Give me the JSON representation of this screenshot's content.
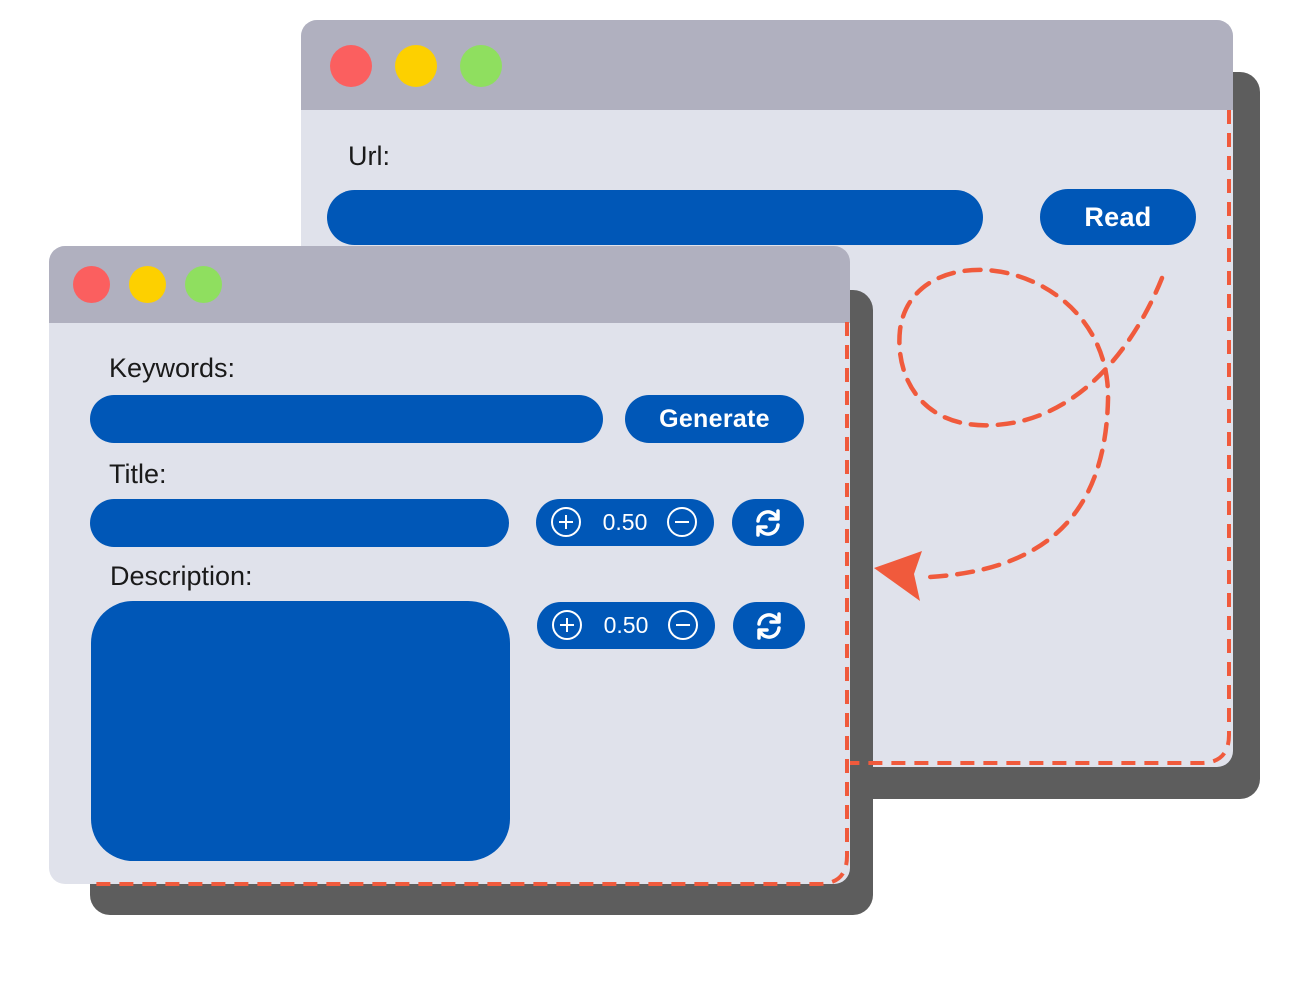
{
  "back_window": {
    "url_label": "Url:",
    "read_button": "Read"
  },
  "front_window": {
    "keywords_label": "Keywords:",
    "generate_button": "Generate",
    "title_label": "Title:",
    "title_temperature": "0.50",
    "description_label": "Description:",
    "description_temperature": "0.50"
  },
  "icons": {
    "window_controls": [
      "close-dot",
      "minimize-dot",
      "maximize-dot"
    ],
    "stepper": [
      "plus-circle-icon",
      "minus-circle-icon"
    ],
    "regenerate": "refresh-icon"
  },
  "colors": {
    "field_blue": "#0057b7",
    "titlebar": "#b0b0bf",
    "window_bg": "#e0e2eb",
    "shadow": "#5d5d5d",
    "accent_orange": "#f05a3c",
    "close": "#fb5f5f",
    "minimize": "#fdd000",
    "maximize": "#8fdf5f"
  }
}
